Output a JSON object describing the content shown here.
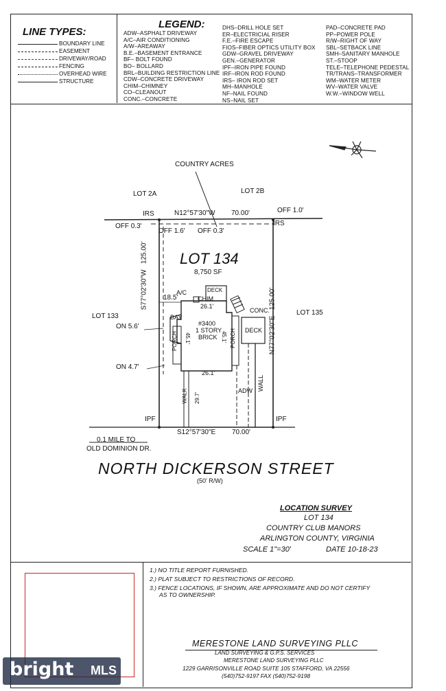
{
  "line_types": {
    "title": "LINE TYPES:",
    "items": [
      "BOUNDARY LINE",
      "EASEMENT",
      "DRIVEWAY/ROAD",
      "FENCING",
      "OVERHEAD WIRE",
      "STRUCTURE"
    ]
  },
  "legend": {
    "title": "LEGEND:",
    "col1": [
      "ADW–ASPHALT DRIVEWAY",
      "A/C–AIR CONDITIONING",
      "A/W–AREAWAY",
      "B.E.–BASEMENT ENTRANCE",
      "BF– BOLT FOUND",
      "BO– BOLLARD",
      "BRL–BUILDING RESTRICTION LINE",
      "CDW–CONCRETE DRIVEWAY",
      "CHIM–CHIMNEY",
      "CO–CLEANOUT",
      "CONC.–CONCRETE"
    ],
    "col2": [
      "DHS–DRILL HOLE SET",
      "ER–ELECTRICIAL RISER",
      "F.E.–FIRE ESCAPE",
      "FIOS–FIBER OPTICS UTILITY BOX",
      "GDW–GRAVEL DRIVEWAY",
      "GEN.–GENERATOR",
      "IPF–IRON PIPE FOUND",
      "IRF–IRON ROD FOUND",
      "IRS– IRON ROD SET",
      "MH–MANHOLE",
      "NF–NAIL FOUND",
      "NS–NAIL SET"
    ],
    "col3": [
      "PAD–CONCRETE PAD",
      "PP–POWER POLE",
      "R/W–RIGHT OF WAY",
      "SBL–SETBACK LINE",
      "SMH–SANITARY MANHOLE",
      "ST.–STOOP",
      "TELE–TELEPHONE PEDESTAL",
      "TR/TRANS–TRANSFORMER",
      "WM–WATER METER",
      "WV–WATER VALVE",
      "W.W.–WINDOW WELL"
    ]
  },
  "plat": {
    "country_acres": "COUNTRY ACRES",
    "lot_2a": "LOT 2A",
    "lot_2b": "LOT 2B",
    "irs_left": "IRS",
    "irs_right": "IRS",
    "top_bearing": "N12°57'30\"W",
    "top_distance": "70.00'",
    "off_top_right": "OFF 1.0'",
    "off_left": "OFF 0.3'",
    "off_16": "OFF 1.6'",
    "off_03b": "OFF 0.3'",
    "lot_title": "LOT 134",
    "lot_area": "8,750 SF",
    "left_bearing": "S77°02'30\"W",
    "left_distance": "125.00'",
    "right_bearing": "N77°02'30\"E",
    "right_distance": "125.00'",
    "deck_top": "DECK",
    "ac_chim": "A/C",
    "chim": "CHIM",
    "dim_261_top": "26.1'",
    "dim_185": "18.5'",
    "lot_133": "LOT 133",
    "lot_135": "LOT 135",
    "on_56": "ON 5.6'",
    "on_47": "ON 4.7'",
    "bay": "BAY",
    "house_no": "#3400",
    "house_story": "1 STORY",
    "house_type": "BRICK",
    "porch_left": "PORCH",
    "porch_right": "PORCH",
    "dim_451_left": "45.1'",
    "dim_451_right": "45.1'",
    "dim_261_bottom": "26.1'",
    "conc": "CONC.",
    "deck_right": "DECK",
    "walk": "WALK",
    "dim_297": "29.7'",
    "adw": "ADW",
    "wall": "WALL",
    "ipf_left": "IPF",
    "ipf_right": "IPF",
    "bottom_bearing": "S12°57'30\"E",
    "bottom_distance": "70.00'",
    "mile_note_1": "0.1 MILE TO",
    "mile_note_2": "OLD DOMINION DR."
  },
  "street": {
    "name": "NORTH DICKERSON STREET",
    "rw": "(50' R/W)"
  },
  "title_block": {
    "heading": "LOCATION SURVEY",
    "lot": "LOT 134",
    "subdivision": "COUNTRY CLUB MANORS",
    "county": "ARLINGTON COUNTY, VIRGINIA",
    "scale": "SCALE 1\"=30'",
    "date": "DATE 10-18-23"
  },
  "notes": [
    "1.) NO TITLE REPORT FURNISHED.",
    "2.) PLAT SUBJECT TO RESTRICTIONS OF RECORD.",
    "3.) FENCE LOCATIONS, IF SHOWN, ARE APPROXIMATE AND DO NOT CERTIFY",
    "AS TO OWNERSHIP."
  ],
  "company": {
    "name": "MERESTONE LAND SURVEYING PLLC",
    "services": "LAND SURVEYING & G.P.S. SERVICES",
    "name_small": "MERESTONE LAND SURVEYING PLLC",
    "address": "1229 GARRISONVILLE ROAD SUITE 105  STAFFORD, VA  22556",
    "phone": "(540)752-9197   FAX (540)752-9198"
  },
  "watermark": {
    "text": "bright",
    "suffix": "MLS"
  },
  "colors": {
    "ink": "#222222",
    "seal_box": "#cc2222",
    "watermark_bg": "#1f2a44"
  }
}
